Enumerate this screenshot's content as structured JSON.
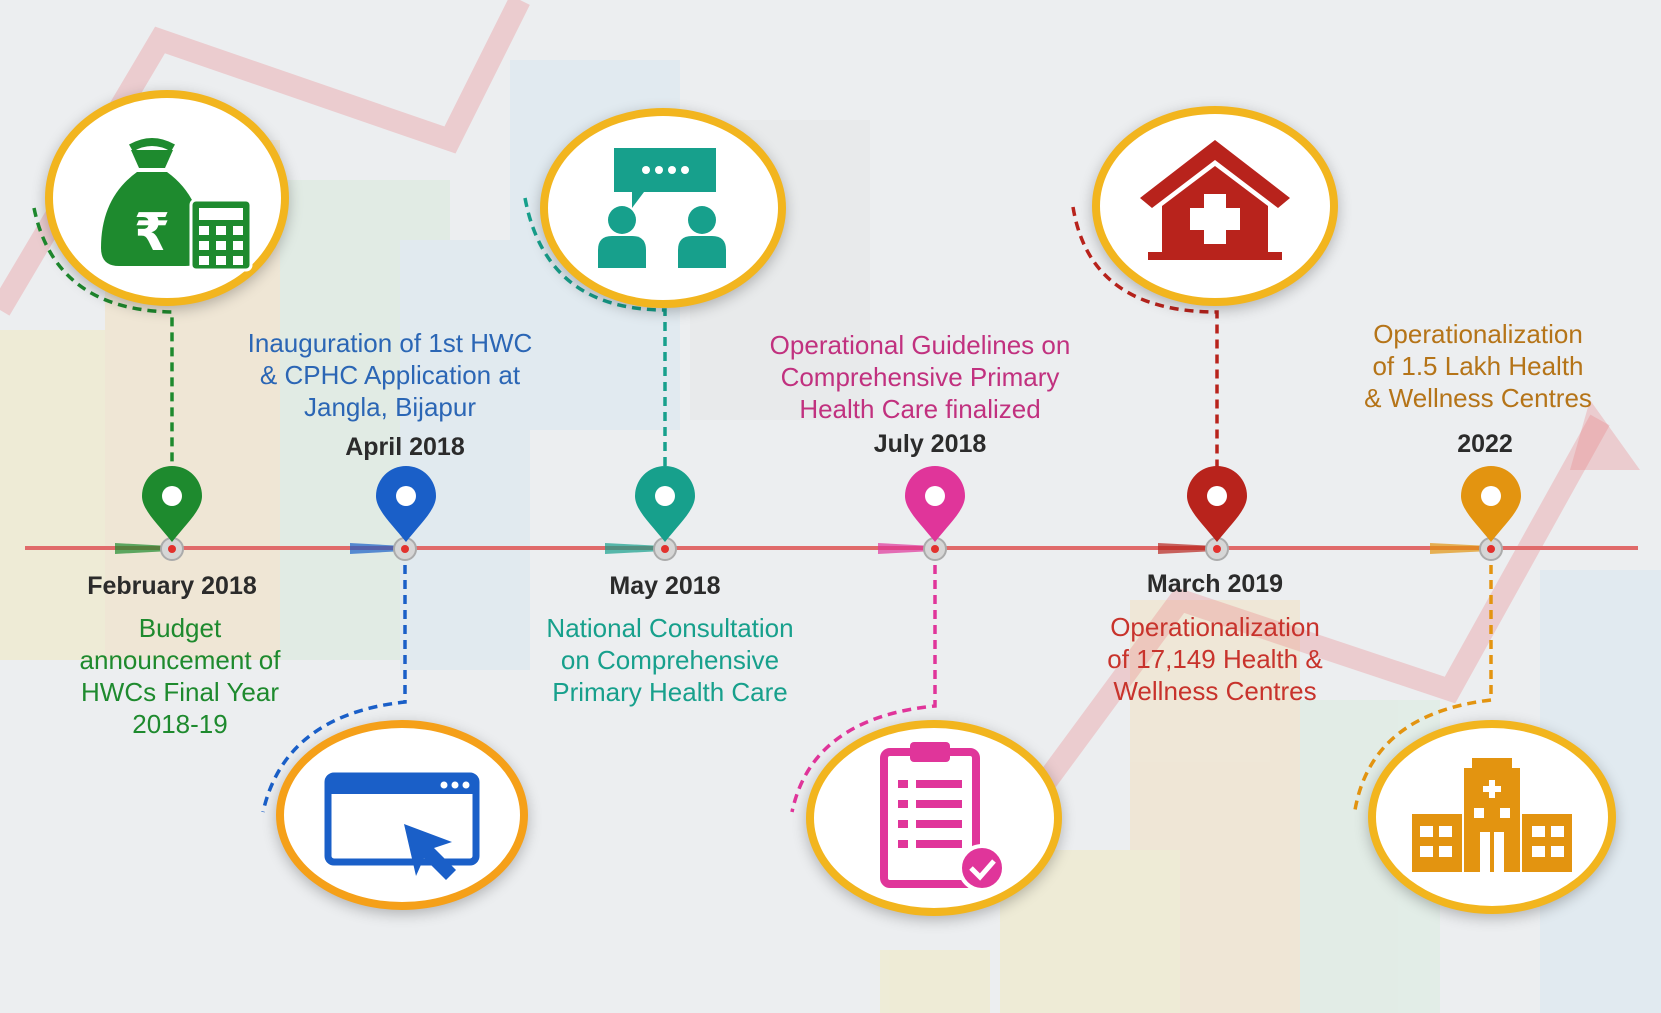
{
  "colors": {
    "timeline": "#e06a6a",
    "green": "#1e8a2e",
    "blue": "#1a5fc8",
    "teal": "#17a08c",
    "magenta": "#e0359a",
    "red": "#b8231c",
    "orange": "#e39410",
    "gold_ring": "#f2b51e",
    "blue_text": "#2b66b5",
    "pink_text": "#c1317f",
    "red_text": "#c8332c",
    "orange_text": "#b57418"
  },
  "milestones": [
    {
      "date": "February 2018",
      "lines": [
        "Budget",
        "announcement of",
        "HWCs Final Year",
        "2018-19"
      ],
      "icon": "rupee-moneybag-calculator-icon"
    },
    {
      "date": "April 2018",
      "lines": [
        "Inauguration of 1st HWC",
        "& CPHC Application at",
        "Jangla, Bijapur"
      ],
      "icon": "browser-cursor-icon"
    },
    {
      "date": "May 2018",
      "lines": [
        "National Consultation",
        "on Comprehensive",
        "Primary Health Care"
      ],
      "icon": "consultation-people-icon"
    },
    {
      "date": "July 2018",
      "lines": [
        "Operational Guidelines on",
        "Comprehensive Primary",
        "Health Care finalized"
      ],
      "icon": "checklist-clipboard-icon"
    },
    {
      "date": "March 2019",
      "lines": [
        "Operationalization",
        "of 17,149 Health &",
        "Wellness Centres"
      ],
      "icon": "health-house-icon"
    },
    {
      "date": "2022",
      "lines": [
        "Operationalization",
        "of 1.5 Lakh Health",
        "& Wellness Centres"
      ],
      "icon": "hospital-building-icon"
    }
  ]
}
